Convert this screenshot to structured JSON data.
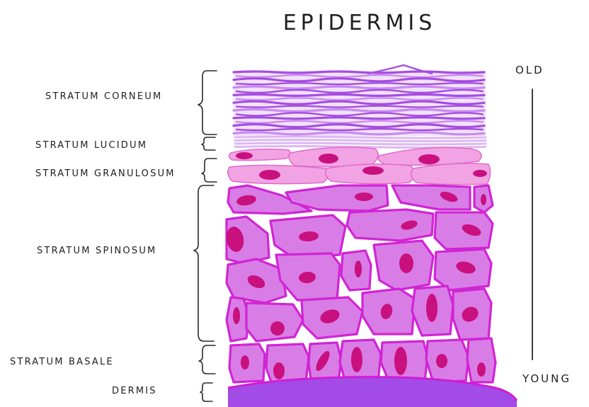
{
  "title": "EPIDERMIS",
  "layers": {
    "stratum_corneum": "STRATUM CORNEUM",
    "stratum_lucidum": "STRATUM LUCIDUM",
    "stratum_granulosum": "STRATUM GRANULOSUM",
    "stratum_spinosum": "STRATUM SPINOSUM",
    "stratum_basale": "STRATUM BASALE",
    "dermis": "DERMIS"
  },
  "age_axis": {
    "top": "OLD",
    "bottom": "YOUNG"
  },
  "colors": {
    "corneum": "#a64de0",
    "corneum_light": "#c98bf0",
    "lucidum": "#dcb8f5",
    "granulosum_cell": "#f2a3e3",
    "granulosum_outline": "#e06acc",
    "nucleus": "#c8107e",
    "spinosum_cell": "#d97de6",
    "spinosum_outline": "#c322c8",
    "cell_border": "#d025d4",
    "dermis": "#a24be6",
    "dermis_edge": "#d21cd6"
  }
}
